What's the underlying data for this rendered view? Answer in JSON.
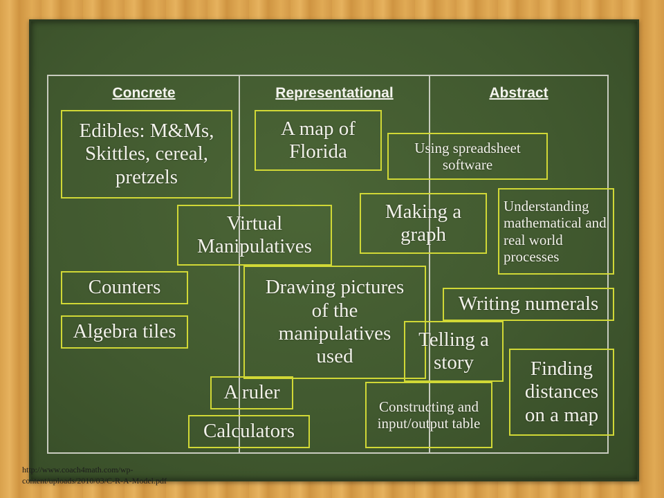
{
  "headers": {
    "concrete": "Concrete",
    "representational": "Representational",
    "abstract": "Abstract"
  },
  "cards": {
    "edibles": "Edibles: M&Ms, Skittles, cereal, pretzels",
    "map_of_florida": "A map of Florida",
    "spreadsheet": "Using spreadsheet software",
    "virtual_manipulatives": "Virtual Manipulatives",
    "making_graph": "Making a graph",
    "understanding": "Understanding mathematical and real world processes",
    "counters": "Counters",
    "drawing_pictures": "Drawing pictures of the manipulatives used",
    "writing_numerals": "Writing numerals",
    "algebra_tiles": "Algebra tiles",
    "telling_story": "Telling a story",
    "finding_distances": "Finding distances on a map",
    "ruler": "A ruler",
    "constructing_table": "Constructing and input/output table",
    "calculators": "Calculators"
  },
  "citation": {
    "line1": "http://www.coach4math.com/wp-",
    "line2": "content/uploads/2010/03/C-R-A-Model.pdf"
  },
  "colors": {
    "chalkboard": "#41592f",
    "card_border": "#d1d836",
    "text": "#f2f2ea",
    "frame_wood": "#d9a14c"
  }
}
